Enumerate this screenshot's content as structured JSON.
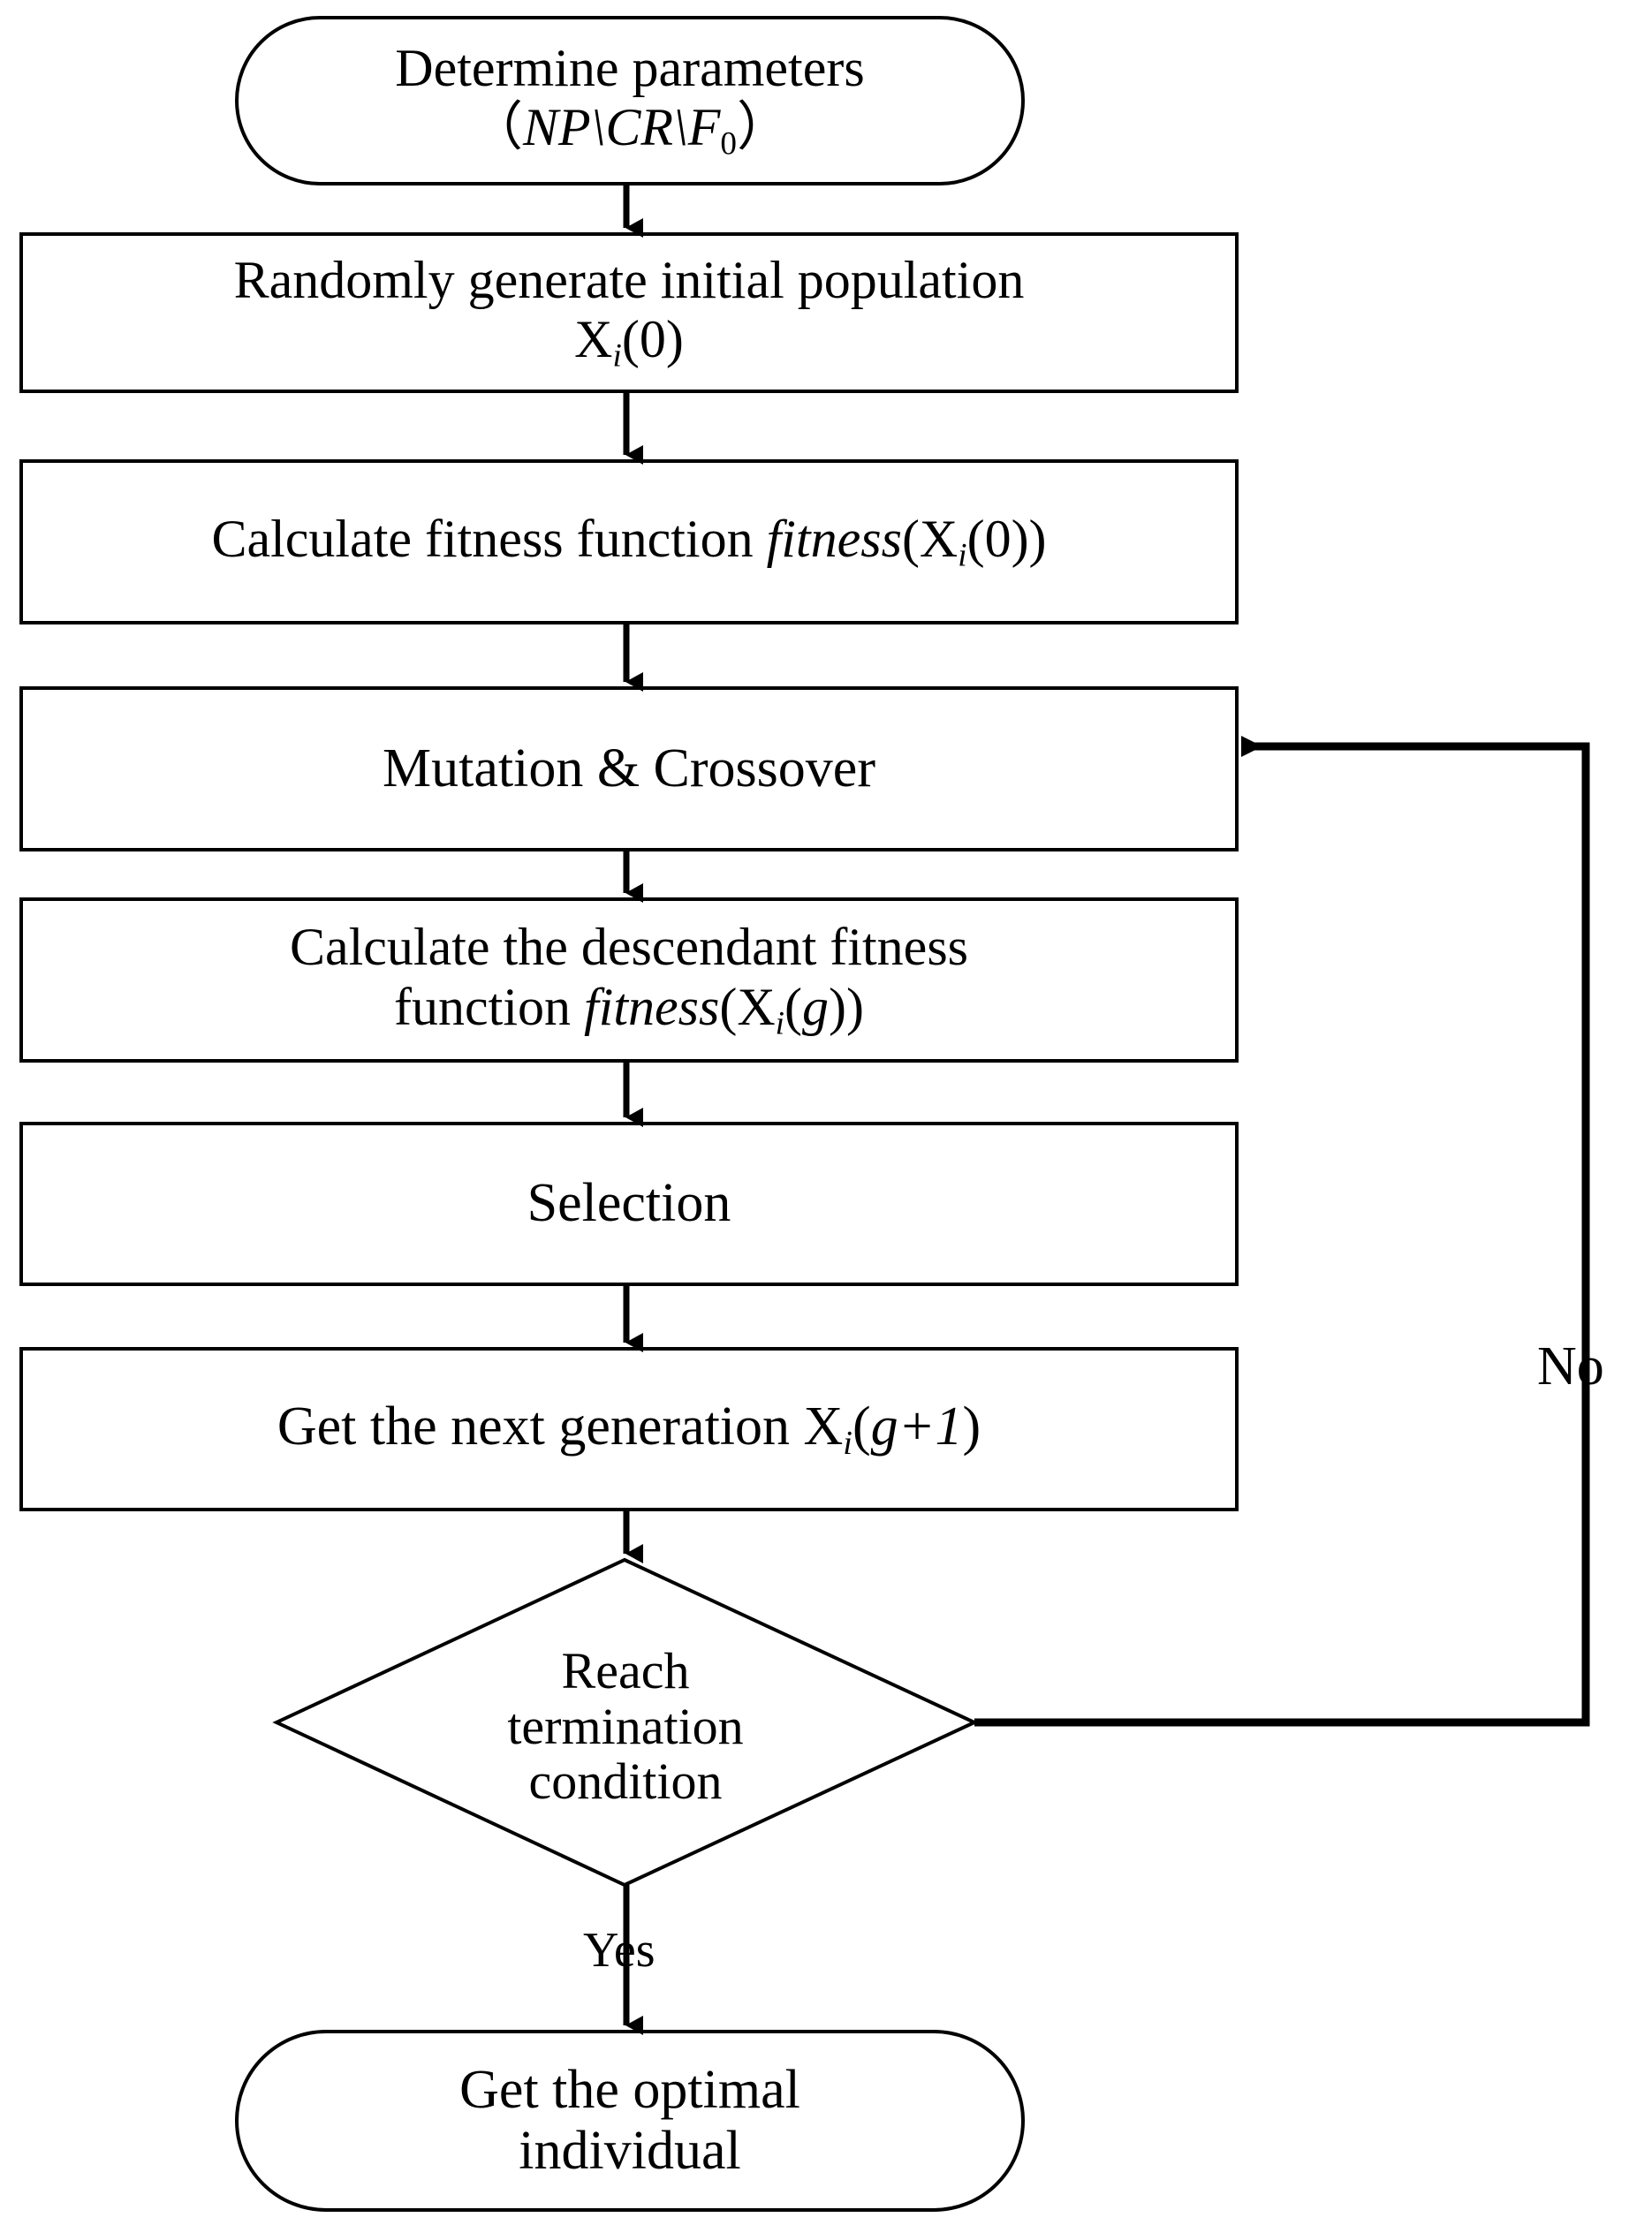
{
  "diagram": {
    "title": "Differential Evolution Algorithm Flowchart",
    "background_color": "#ffffff",
    "stroke_color": "#000000",
    "nodes": [
      {
        "id": "determine-parameters",
        "shape": "rounded-terminator",
        "line1": "Determine parameters",
        "line2_prefix": "（",
        "line2_np": "NP",
        "line2_sep1": "\\",
        "line2_cr": "CR",
        "line2_sep2": "\\",
        "line2_f": "F",
        "line2_f_sub": "0",
        "line2_suffix": "）"
      },
      {
        "id": "initial-population",
        "shape": "rect",
        "line1": "Randomly generate initial population",
        "line2_x": "X",
        "line2_sub": "i",
        "line2_rest": "(0)"
      },
      {
        "id": "calculate-fitness",
        "shape": "rect",
        "line1_plain": "Calculate fitness function ",
        "line1_ital": "fitness",
        "line1_openparen": "(X",
        "line1_sub": "i",
        "line1_tail": "(0))"
      },
      {
        "id": "mutation-crossover",
        "shape": "rect",
        "line1": "Mutation & Crossover"
      },
      {
        "id": "descendant-fitness",
        "shape": "rect",
        "line1": "Calculate the descendant fitness",
        "line2_plain": "function ",
        "line2_ital": "fitness",
        "line2_openparen": "(X",
        "line2_sub": "i",
        "line2_mid": "(",
        "line2_g": "g",
        "line2_tail": "))"
      },
      {
        "id": "selection",
        "shape": "rect",
        "line1": "Selection"
      },
      {
        "id": "next-generation",
        "shape": "rect",
        "line1_plain": "Get the next generation X",
        "line1_sub": "i",
        "line1_open": "(",
        "line1_ital": "g+1",
        "line1_close": ")"
      },
      {
        "id": "termination-decision",
        "shape": "diamond",
        "line1": "Reach",
        "line2": "termination",
        "line3": "condition"
      },
      {
        "id": "optimal-individual",
        "shape": "rounded-terminator",
        "line1": "Get the optimal",
        "line2": "individual"
      }
    ],
    "edge_labels": {
      "no": "No",
      "yes": "Yes"
    }
  }
}
